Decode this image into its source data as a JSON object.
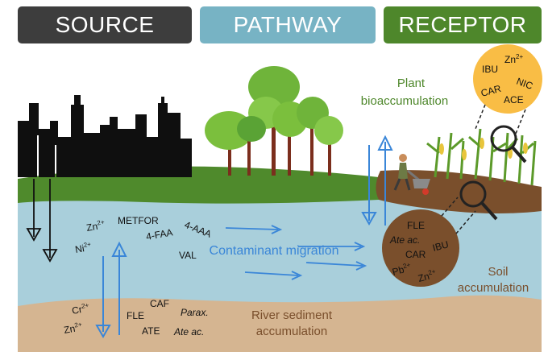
{
  "headers": {
    "source": "SOURCE",
    "pathway": "PATHWAY",
    "receptor": "RECEPTOR"
  },
  "labels": {
    "plant_bioaccumulation_1": "Plant",
    "plant_bioaccumulation_2": "bioaccumulation",
    "contaminant_migration": "Contaminant migration",
    "soil_accumulation_1": "Soil",
    "soil_accumulation_2": "accumulation",
    "river_sediment_1": "River sediment",
    "river_sediment_2": "accumulation"
  },
  "water_contaminants": {
    "zn": "Zn",
    "zn_charge": "2+",
    "ni": "Ni",
    "ni_charge": "2+",
    "metfor": "METFOR",
    "faa": "4-FAA",
    "aaa": "4-AAA",
    "val": "VAL"
  },
  "sediment_contaminants": {
    "cr": "Cr",
    "cr_charge": "2+",
    "zn": "Zn",
    "zn_charge": "2+",
    "fle": "FLE",
    "caf": "CAF",
    "parax": "Parax.",
    "ate": "ATE",
    "ate_ac": "Ate ac."
  },
  "soil_contaminants": {
    "fle": "FLE",
    "ate_ac": "Ate ac.",
    "ibu": "IBU",
    "car": "CAR",
    "pb": "Pb",
    "pb_charge": "2+",
    "zn": "Zn",
    "zn_charge": "2+"
  },
  "plant_contaminants": {
    "ibu": "IBU",
    "zn": "Zn",
    "zn_charge": "2+",
    "nic": "NIC",
    "car": "CAR",
    "ace": "ACE"
  },
  "colors": {
    "source": "#3d3d3d",
    "pathway": "#77b3c4",
    "receptor": "#4e872b",
    "water": "#a9cfdb",
    "sediment": "#d5b591",
    "soil": "#7a4f2c",
    "arrow": "#3a86d8",
    "plant_bubble": "#f9bd45"
  }
}
